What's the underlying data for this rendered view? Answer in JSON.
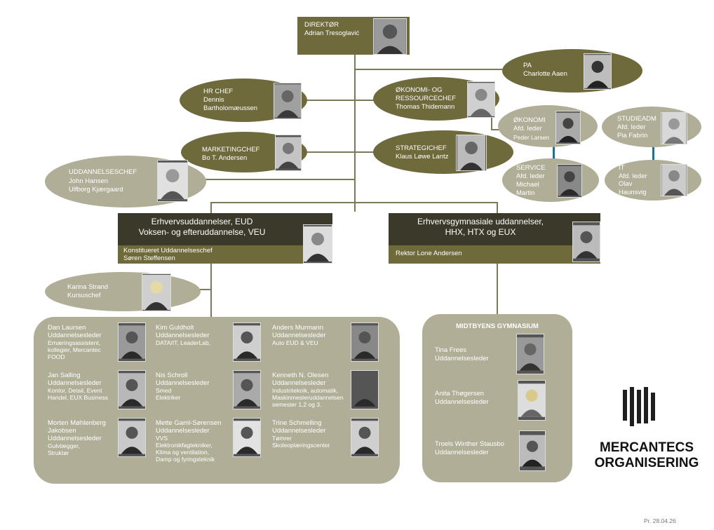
{
  "director": {
    "title": "DIREKTØR",
    "name": "Adrian Tresoglavić"
  },
  "pa": {
    "title": "PA",
    "name": "Charlotte Aaen"
  },
  "hr": {
    "title": "HR CHEF",
    "name1": "Dennis",
    "name2": "Bartholomæussen"
  },
  "oekonomi_ressource": {
    "title1": "ØKONOMI- OG",
    "title2": "RESSOURCECHEF",
    "name": "Thomas Thidemann"
  },
  "oekonomi": {
    "title": "ØKONOMI",
    "role": "Afd. leder",
    "name": "Peder Larsen"
  },
  "studieadm": {
    "title": "STUDIEADM",
    "role": "Afd. leder",
    "name": "Pia Fabrin"
  },
  "service": {
    "title": "SERVICE",
    "role": "Afd. leder",
    "name1": "Michael",
    "name2": "Martin"
  },
  "it": {
    "title": "IT",
    "role": "Afd. leder",
    "name1": "Olav",
    "name2": "Haunsvig"
  },
  "marketing": {
    "title": "MARKETINGCHEF",
    "name": "Bo T. Andersen"
  },
  "strategi": {
    "title": "STRATEGICHEF",
    "name": "Klaus Løwe Lantz"
  },
  "uddannelseschef": {
    "title": "UDDANNELSESCHEF",
    "name1": "John Hansen",
    "name2": "Ulfborg Kjærgaard"
  },
  "eud": {
    "heading1": "Erhvervsuddannelser, EUD",
    "heading2": "Voksen- og efteruddannelse, VEU",
    "sub1": "Konstitueret Uddannelseschef",
    "sub2": "Søren Steffensen"
  },
  "egym": {
    "heading1": "Erhvervsgymnasiale uddannelser,",
    "heading2": "HHX, HTX og EUX",
    "sub": "Rektor Lone Andersen"
  },
  "kursus": {
    "name": "Karina Strand",
    "role": "Kursuschef"
  },
  "leaders": [
    {
      "name": "Dan Laursen",
      "role": "Uddannelsesleder",
      "d1": "Ernæringsassistent,",
      "d2": "kollegier, Mercantec",
      "d3": "FOOD"
    },
    {
      "name": "Kim Guldholt",
      "role": "Uddannelsesleder",
      "d1": "DATA/IT, LeaderLab,",
      "d2": "",
      "d3": ""
    },
    {
      "name": "Anders Murmann",
      "role": "Uddannelsesleder",
      "d1": "Auto EUD & VEU",
      "d2": "",
      "d3": ""
    },
    {
      "name": "Jan Salling",
      "role": "Uddannelsesleder",
      "d1": "Kontor, Detail, Event",
      "d2": "Handel, EUX Business",
      "d3": ""
    },
    {
      "name": "Nis Schroll",
      "role": "Uddannelsesleder",
      "d1": "Smed",
      "d2": "Elektriker",
      "d3": ""
    },
    {
      "name": "Kenneth N. Olesen",
      "role": "Uddannelsesleder",
      "d1": "Industriteknik, automatik,",
      "d2": "Maskinmesteruddannelsen",
      "d3": "semester 1,2 og 3."
    },
    {
      "name": "Morten Møhlenberg",
      "name2": "Jakobsen",
      "role": "Uddannelsesleder",
      "d1": "Gulvlægger,",
      "d2": "Struktør",
      "d3": ""
    },
    {
      "name": "Mette Gaml-Sørensen",
      "role": "Uddannelsesleder",
      "d1": "VVS",
      "d2": "Elektronikfagtekniker,",
      "d3": "Klima og ventilation,",
      "d4": "Damp og fyringsteknik"
    },
    {
      "name": "Trine Schmelling",
      "role": "Uddannelsesleder",
      "d1": "Tømrer",
      "d2": "Skoleoplæringscenter",
      "d3": ""
    }
  ],
  "gym": {
    "title": "MIDTBYENS GYMNASIUM",
    "people": [
      {
        "name": "Tina Frees",
        "role": "Uddannelsesleder"
      },
      {
        "name": "Anita Thøgersen",
        "role": "Uddannelsesleder"
      },
      {
        "name": "Troels Winther Stausbo",
        "role": "Uddannelsesleder"
      }
    ]
  },
  "logo": {
    "line1": "MERCANTECS",
    "line2": "ORGANISERING"
  },
  "footer": {
    "date": "Pr. 28.04.26"
  },
  "colors": {
    "olive": "#6e6a3c",
    "sage": "#b0ae97",
    "dark": "#3b3a2a",
    "line": "#7a7a5a"
  }
}
